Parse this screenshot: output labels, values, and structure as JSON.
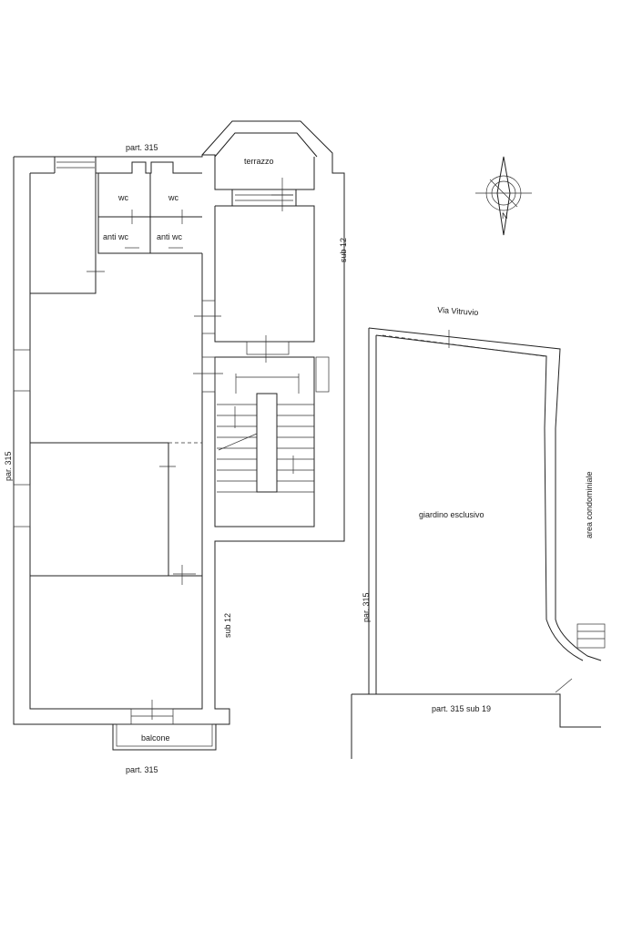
{
  "labels": {
    "part_top": "part. 315",
    "terrazzo": "terrazzo",
    "wc_left": "wc",
    "wc_right": "wc",
    "anti_wc_left": "anti wc",
    "anti_wc_right": "anti wc",
    "sub12_upper": "sub 12",
    "par315_left": "par. 315",
    "sub12_lower": "sub 12",
    "balcone": "balcone",
    "part_bottom": "part. 315",
    "via": "Via Vitruvio",
    "giardino": "giardino esclusivo",
    "area_cond": "area condominiale",
    "par315_garden": "par. 315",
    "part_sub19": "part. 315 sub 19",
    "compass_n": "N"
  }
}
